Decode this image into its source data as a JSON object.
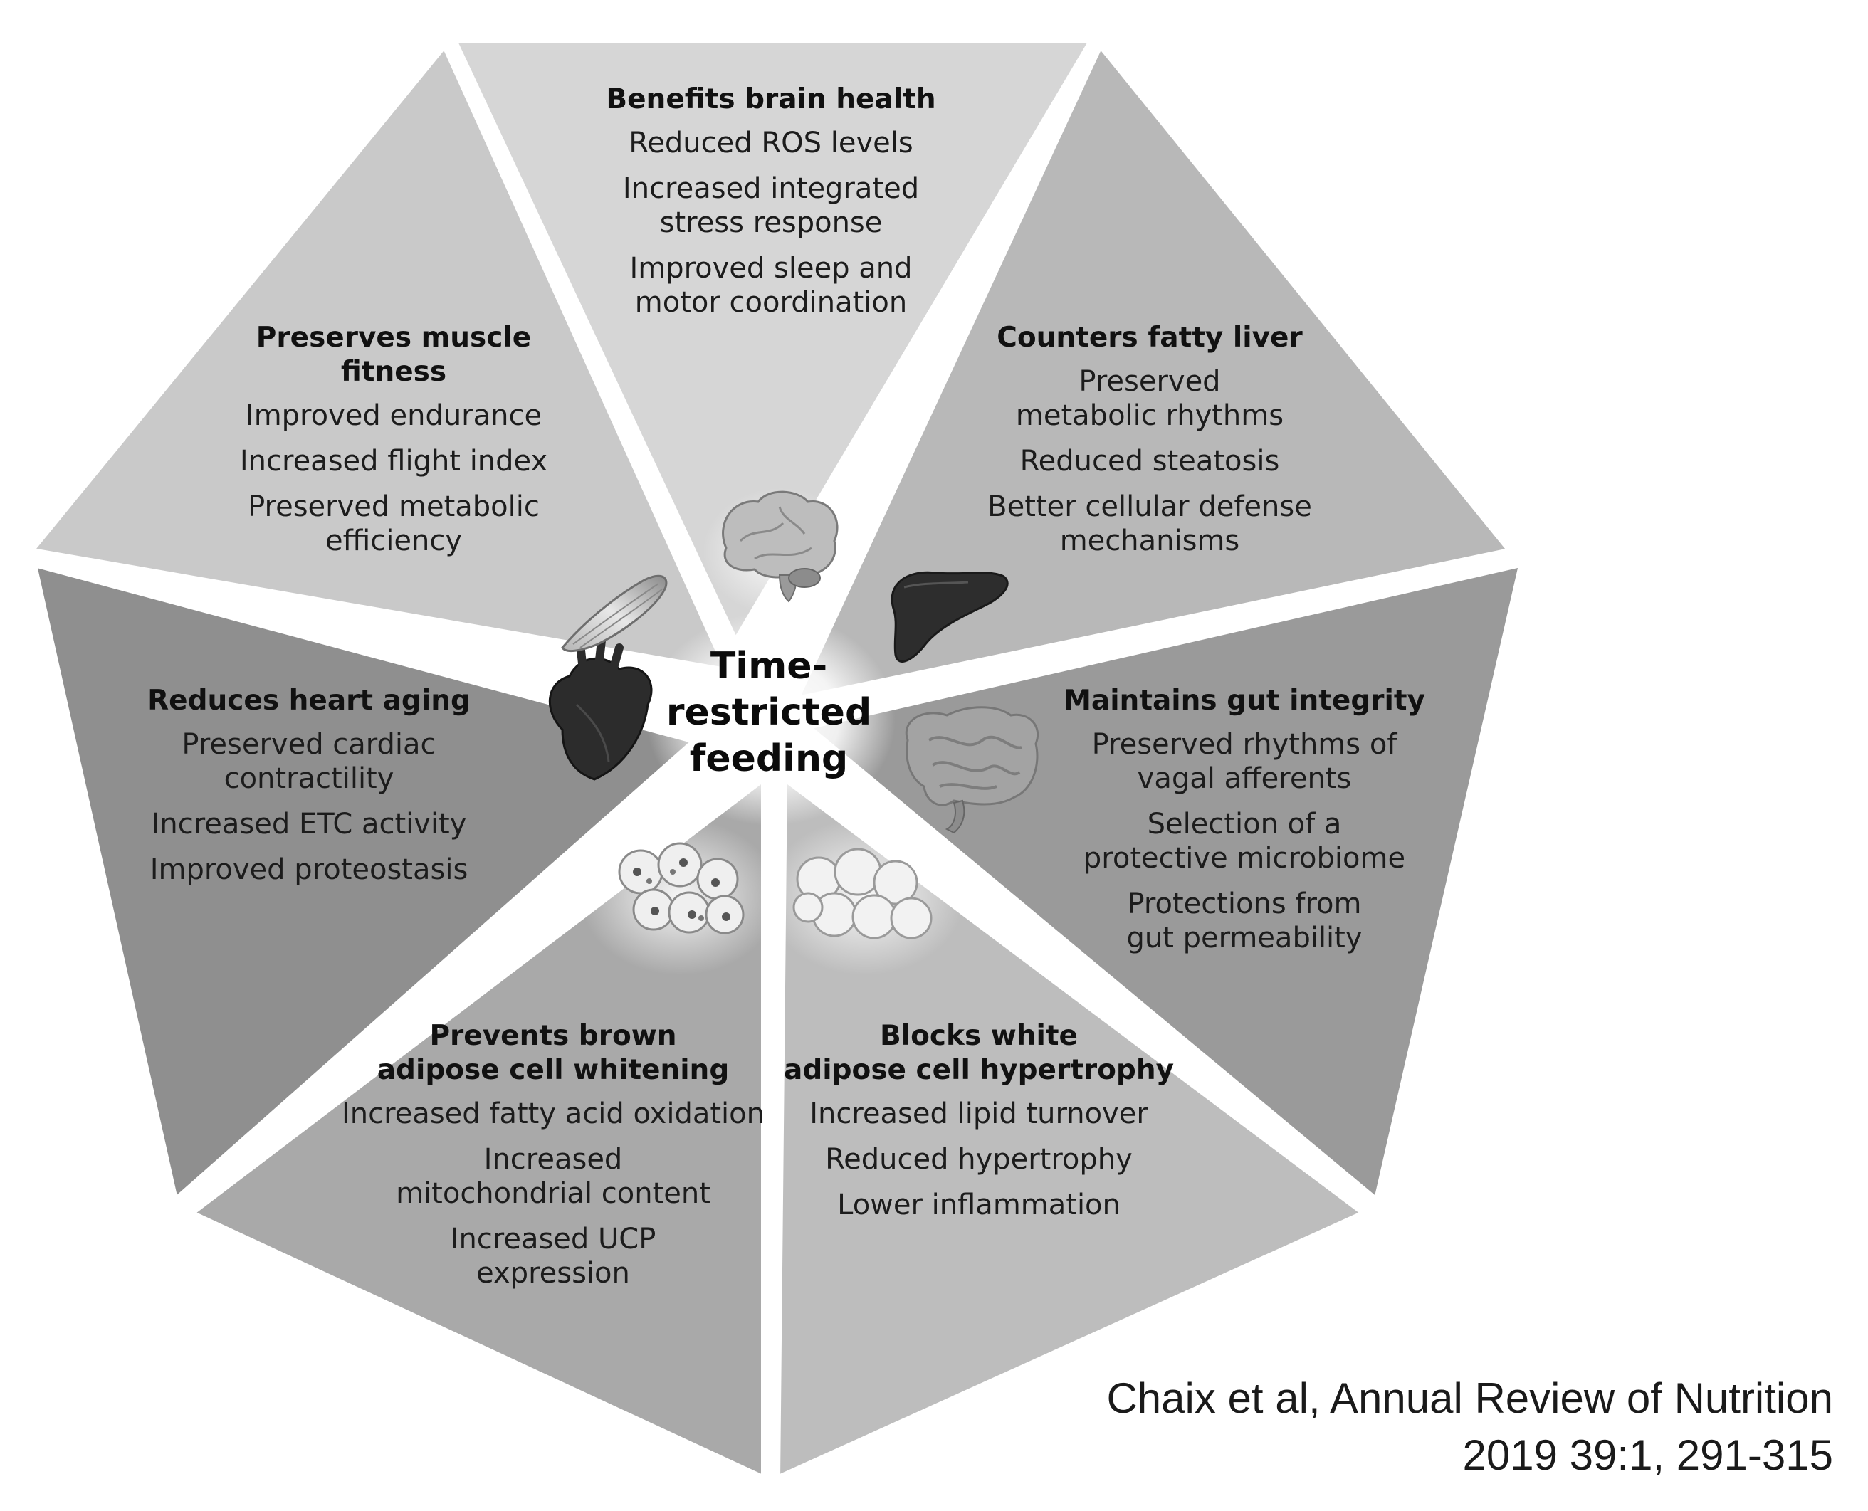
{
  "center": {
    "lines": [
      "Time-",
      "restricted",
      "feeding"
    ]
  },
  "segments": [
    {
      "id": "brain",
      "title": [
        "Benefits brain health"
      ],
      "items": [
        [
          "Reduced ROS levels"
        ],
        [
          "Increased integrated",
          "stress response"
        ],
        [
          "Improved sleep and",
          "motor coordination"
        ]
      ],
      "shade": "#d6d6d6",
      "icon": "brain-icon"
    },
    {
      "id": "liver",
      "title": [
        "Counters fatty liver"
      ],
      "items": [
        [
          "Preserved",
          "metabolic rhythms"
        ],
        [
          "Reduced steatosis"
        ],
        [
          "Better cellular defense",
          "mechanisms"
        ]
      ],
      "shade": "#b8b8b8",
      "icon": "liver-icon"
    },
    {
      "id": "gut",
      "title": [
        "Maintains gut integrity"
      ],
      "items": [
        [
          "Preserved rhythms of",
          "vagal afferents"
        ],
        [
          "Selection of a",
          "protective microbiome"
        ],
        [
          "Protections from",
          "gut permeability"
        ]
      ],
      "shade": "#9a9a9a",
      "icon": "intestine-icon"
    },
    {
      "id": "white-adipose",
      "title": [
        "Blocks white",
        "adipose cell hypertrophy"
      ],
      "items": [
        [
          "Increased lipid turnover"
        ],
        [
          "Reduced hypertrophy"
        ],
        [
          "Lower inflammation"
        ]
      ],
      "shade": "#bdbdbd",
      "icon": "white-adipose-cells-icon"
    },
    {
      "id": "brown-adipose",
      "title": [
        "Prevents brown",
        "adipose cell whitening"
      ],
      "items": [
        [
          "Increased fatty acid oxidation"
        ],
        [
          "Increased",
          "mitochondrial content"
        ],
        [
          "Increased UCP",
          "expression"
        ]
      ],
      "shade": "#a9a9a9",
      "icon": "brown-adipose-cells-icon"
    },
    {
      "id": "heart",
      "title": [
        "Reduces heart aging"
      ],
      "items": [
        [
          "Preserved cardiac",
          "contractility"
        ],
        [
          "Increased ETC activity"
        ],
        [
          "Improved proteostasis"
        ]
      ],
      "shade": "#8f8f8f",
      "icon": "heart-icon"
    },
    {
      "id": "muscle",
      "title": [
        "Preserves muscle",
        "fitness"
      ],
      "items": [
        [
          "Improved endurance"
        ],
        [
          "Increased flight index"
        ],
        [
          "Preserved metabolic",
          "efficiency"
        ]
      ],
      "shade": "#c9c9c9",
      "icon": "muscle-icon"
    }
  ],
  "citation": {
    "line1": "Chaix et al, Annual Review of Nutrition",
    "line2": "2019 39:1, 291-315"
  }
}
